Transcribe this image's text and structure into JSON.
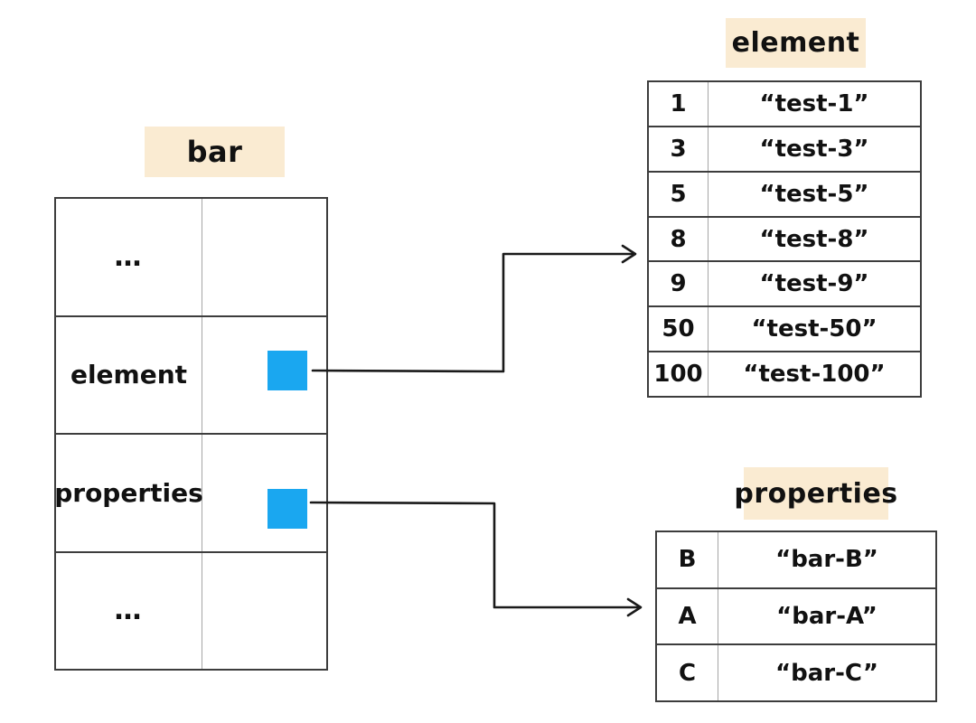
{
  "colors": {
    "label_bg": "#FAEBD2",
    "pointer_blue": "#1AA7F0",
    "border_dark": "#3d3d3d",
    "divider_gray": "#a5a5a5",
    "arrow": "#1a1a1a"
  },
  "bar": {
    "title": "bar",
    "rows": [
      {
        "label": "…",
        "pointer": false
      },
      {
        "label": "element",
        "pointer": true,
        "points_to": "element"
      },
      {
        "label": "properties",
        "pointer": true,
        "points_to": "properties"
      },
      {
        "label": "…",
        "pointer": false
      }
    ]
  },
  "element_table": {
    "title": "element",
    "rows": [
      {
        "key": "1",
        "value": "“test-1”"
      },
      {
        "key": "3",
        "value": "“test-3”"
      },
      {
        "key": "5",
        "value": "“test-5”"
      },
      {
        "key": "8",
        "value": "“test-8”"
      },
      {
        "key": "9",
        "value": "“test-9”"
      },
      {
        "key": "50",
        "value": "“test-50”"
      },
      {
        "key": "100",
        "value": "“test-100”"
      }
    ]
  },
  "properties_table": {
    "title": "properties",
    "rows": [
      {
        "key": "B",
        "value": "“bar-B”"
      },
      {
        "key": "A",
        "value": "“bar-A”"
      },
      {
        "key": "C",
        "value": "“bar-C”"
      }
    ]
  }
}
